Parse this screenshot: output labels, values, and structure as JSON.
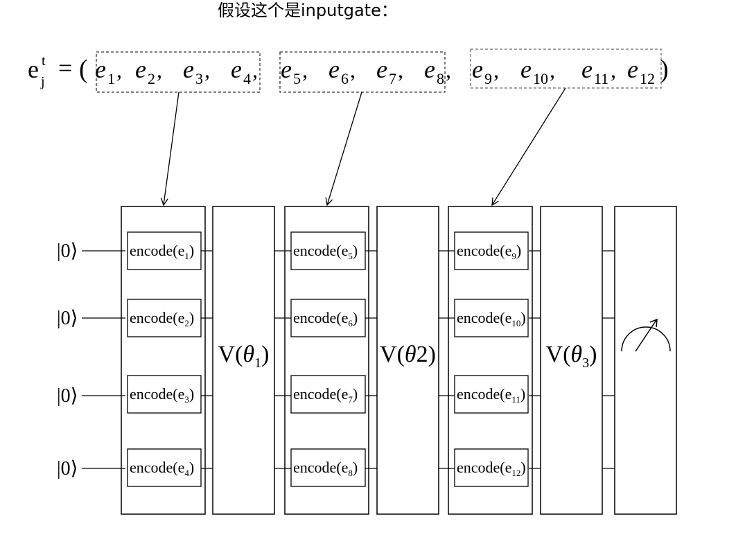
{
  "caption": "假设这个是inputgate：",
  "equation": {
    "lhs_base": "e",
    "lhs_sup": "t",
    "lhs_sub": "j",
    "equals": "=",
    "open_paren": "(",
    "close_paren": ")",
    "separator": ",",
    "terms": [
      {
        "base": "e",
        "sub": "1"
      },
      {
        "base": "e",
        "sub": "2"
      },
      {
        "base": "e",
        "sub": "3"
      },
      {
        "base": "e",
        "sub": "4"
      },
      {
        "base": "e",
        "sub": "5"
      },
      {
        "base": "e",
        "sub": "6"
      },
      {
        "base": "e",
        "sub": "7"
      },
      {
        "base": "e",
        "sub": "8"
      },
      {
        "base": "e",
        "sub": "9"
      },
      {
        "base": "e",
        "sub": "10"
      },
      {
        "base": "e",
        "sub": "11"
      },
      {
        "base": "e",
        "sub": "12"
      }
    ]
  },
  "qubits": [
    {
      "label": "|0⟩"
    },
    {
      "label": "|0⟩"
    },
    {
      "label": "|0⟩"
    },
    {
      "label": "|0⟩"
    }
  ],
  "encode_label": "encode",
  "encode_columns": [
    {
      "subs": [
        "1",
        "2",
        "3",
        "4"
      ]
    },
    {
      "subs": [
        "5",
        "6",
        "7",
        "8"
      ]
    },
    {
      "subs": [
        "9",
        "10",
        "11",
        "12"
      ]
    }
  ],
  "variational_blocks": [
    {
      "base": "V",
      "param": "θ",
      "sub": "1",
      "suffix": ""
    },
    {
      "base": "V",
      "param": "θ",
      "sub": "",
      "suffix": "2"
    },
    {
      "base": "V",
      "param": "θ",
      "sub": "3",
      "suffix": ""
    }
  ],
  "measurement": {
    "icon": "meter-icon"
  },
  "style": {
    "line": "#000000",
    "dash_box": "#333333",
    "background": "#ffffff"
  }
}
